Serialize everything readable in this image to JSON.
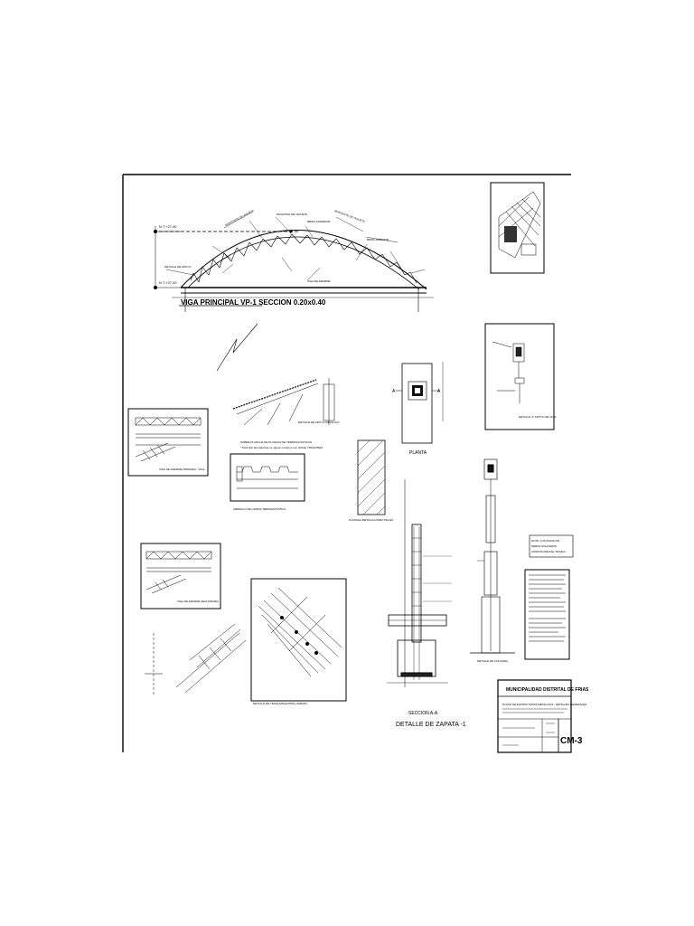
{
  "truss": {
    "level_top": "N.T.+27.40",
    "level_bottom": "N.T.+27.00",
    "title": "VIGA PRINCIPAL VP-1 SECCION 0.20x0.40",
    "notes": [
      "MONTANTE DE VIGUETA",
      "MONTANTE DE VIGUETA",
      "DIAGONAL DE VIGUETA",
      "BRIDA SUPERIOR",
      "BRIDA INFERIOR",
      "DETALLE DE APOYO",
      "VIGA DE AMARRE"
    ]
  },
  "details": {
    "apoyo_metalico": "DETALLE DE APOYO METALICO",
    "sobre_plancha": "SOBRE PLANCHA DE PLANCHA DE TERMOACUSTICAS",
    "sobre_plancha_note": "* Para fijar las planchas se siguen el apoyo con utilizan TIRAFONES",
    "viga_amarre_primaria": "VIGA DE AMARRE PRIMARIA - VIGA",
    "traslapes": "ARREGLO DE LAMINA TERMOACUSTICA",
    "plancha_techo": "PLANCHA METALICA PARA TECHO",
    "viga_secundaria": "VIGA DE AMARRE SECUNDARIA",
    "traslape_laminas": "DETALLE DE TRASLAPE ENTRE LAMINAS",
    "planta": "PLANTA",
    "seccion": "SECCION A-A",
    "zapata": "DETALLE DE ZAPATA -1",
    "columna": "DETALLE DE COLUMNA",
    "apoyo_viga": "DETALLE 'A' APOYO DE VIGA",
    "section_mark": "A",
    "nota_box": [
      "NOTA: LOS ANGULOS",
      "SERAN SOLDADOS",
      "(UNIDOS PARA EL TRAZO)"
    ]
  },
  "title_block": {
    "municipality": "MUNICIPALIDAD DISTRITAL DE FRIAS",
    "project": "PLANO DE ESTRUCTURAS METALICAS - DETALLES GENERALES",
    "sheet_code": "CM-3"
  }
}
